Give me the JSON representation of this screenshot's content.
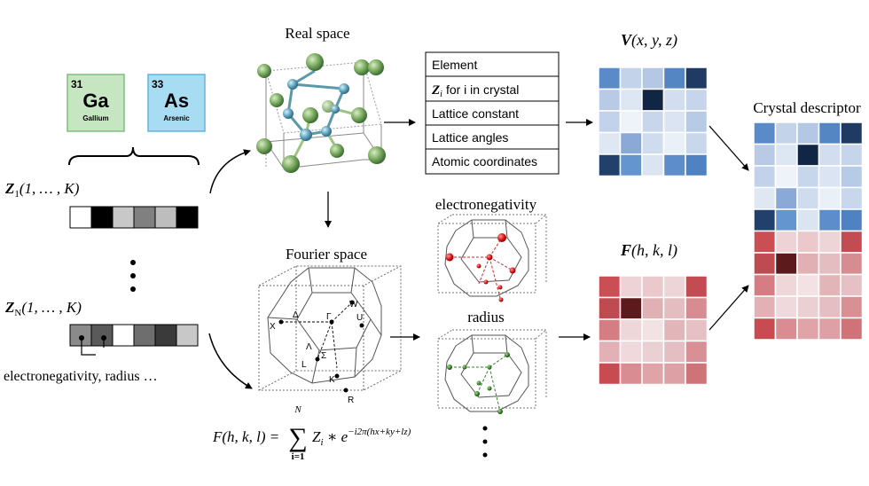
{
  "elements": [
    {
      "number": "31",
      "symbol": "Ga",
      "name": "Gallium",
      "bg": "#c6e6c2",
      "border": "#7fbf7f"
    },
    {
      "number": "33",
      "symbol": "As",
      "name": "Arsenic",
      "bg": "#a7dcf3",
      "border": "#5eb7e0"
    }
  ],
  "labels": {
    "z1": "Z",
    "z1_sub": "1",
    "z1_args": "(1, … , K)",
    "zn": "Z",
    "zn_sub": "N",
    "zn_args": "(1, … , K)",
    "props": "electronegativity, radius …",
    "real_space": "Real space",
    "fourier_space": "Fourier space",
    "electronegativity": "electronegativity",
    "radius": "radius",
    "v_label": "V",
    "v_args": "(x, y, z)",
    "f_label": "F",
    "f_args": "(h, k, l)",
    "crystal_descriptor": "Crystal descriptor",
    "formula_lhs": "F(h, k, l) = ",
    "formula_sum_top": "N",
    "formula_sum_bottom": "i=1",
    "formula_term": "Z",
    "formula_term_sub": "i",
    "formula_mult": " ∗ e",
    "formula_exp": "−i2π(hx+ky+lz)"
  },
  "info_rows": [
    "Element",
    "for i in crystal",
    "Lattice constant",
    "Lattice angles",
    "Atomic coordinates"
  ],
  "info_row2_prefix": "Z",
  "info_row2_sub": "i",
  "bz_points": [
    "X",
    "Δ",
    "W",
    "U",
    "Γ",
    "Λ",
    "Σ",
    "L",
    "K",
    "R"
  ],
  "z1_cells": [
    "#ffffff",
    "#000000",
    "#c8c8c8",
    "#808080",
    "#bdbdbd",
    "#000000"
  ],
  "zn_cells": [
    "#8a8a8a",
    "#5a5a5a",
    "#ffffff",
    "#6e6e6e",
    "#3a3a3a",
    "#c8c8c8"
  ],
  "v_matrix": [
    [
      "#5b8ac8",
      "#c3d3ea",
      "#b4c7e4",
      "#5486c4",
      "#1f3b64"
    ],
    [
      "#b8cae6",
      "#dde6f3",
      "#112544",
      "#d2ddef",
      "#c6d5ec"
    ],
    [
      "#c2d2eb",
      "#eef2f9",
      "#c8d6ec",
      "#dbe4f2",
      "#b8cbe6"
    ],
    [
      "#dfe7f3",
      "#8aa9d6",
      "#cfdbee",
      "#eaf0f8",
      "#c9d7ec"
    ],
    [
      "#21406b",
      "#6495cf",
      "#dbe5f2",
      "#5d8dca",
      "#4f82c2"
    ]
  ],
  "f_matrix": [
    [
      "#c94f55",
      "#eed3d6",
      "#eac8cc",
      "#ecd4d7",
      "#c34c52"
    ],
    [
      "#bf4a50",
      "#5c1a1c",
      "#e1b0b5",
      "#e4bdc1",
      "#d78c92"
    ],
    [
      "#d67d84",
      "#efd6d9",
      "#f3e2e4",
      "#e2b5b9",
      "#e6c0c4"
    ],
    [
      "#e2b0b5",
      "#f0d9dc",
      "#ead0d3",
      "#e4bec2",
      "#d89095"
    ],
    [
      "#c74b51",
      "#d98d93",
      "#e0a3a8",
      "#dca0a5",
      "#cf7379"
    ]
  ],
  "descriptor_rows": 10
}
